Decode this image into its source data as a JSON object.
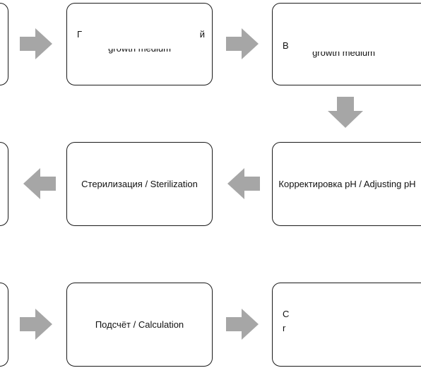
{
  "colors": {
    "arrow": "#a6a6a6",
    "border": "#1a1a1a",
    "text": "#111111"
  },
  "row1": {
    "box2_line1_left": "Г",
    "box2_line1_right": "й",
    "box2_line2": "growth medium",
    "box3_line1_left": "В",
    "box3_line2": "growth medium"
  },
  "row2": {
    "box2": "Стерилизация / Sterilization",
    "box3": "Корректировка pH / Adjusting pH"
  },
  "row3": {
    "box2": "Подсчёт / Calculation",
    "box3_line1_left": "С",
    "box3_line2_left": "r"
  },
  "arrows": [
    "arrow-right",
    "arrow-right",
    "arrow-down",
    "arrow-left",
    "arrow-left",
    "arrow-right",
    "arrow-right"
  ]
}
